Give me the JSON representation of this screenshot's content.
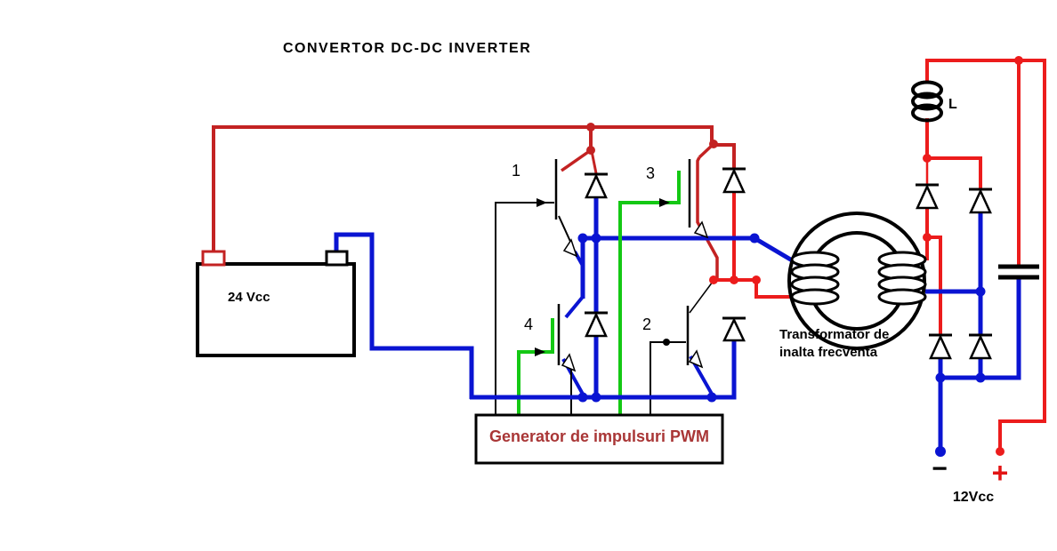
{
  "title": "CONVERTOR  DC-DC  INVERTER",
  "battery": {
    "label": "24 Vcc"
  },
  "transistors": {
    "t1": "1",
    "t2": "2",
    "t3": "3",
    "t4": "4"
  },
  "pwm_generator": {
    "label": "Generator de impulsuri PWM"
  },
  "transformer": {
    "label_line1": "Transformator de",
    "label_line2": "inalta frecventa"
  },
  "inductor": {
    "label": "L"
  },
  "output": {
    "minus": "−",
    "plus": "+",
    "voltage": "12Vcc"
  },
  "colors": {
    "wire_red_primary": "#c32222",
    "wire_red_secondary": "#ec1c1c",
    "wire_blue": "#0a14d2",
    "wire_green": "#14c814",
    "component_black": "#000000",
    "pwm_label_text": "#a93636"
  }
}
